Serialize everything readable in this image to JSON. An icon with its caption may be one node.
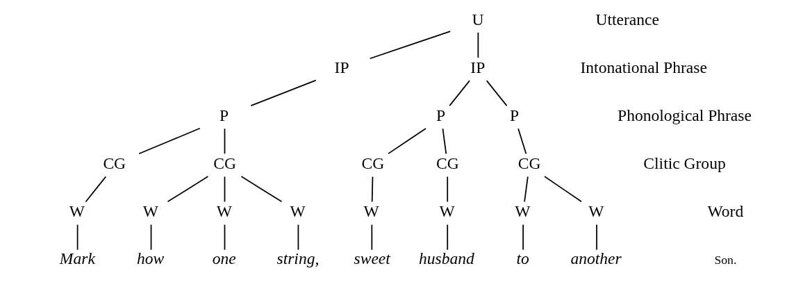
{
  "diagram": {
    "nodes": [
      {
        "text": [
          "U"
        ]
      },
      {
        "text": [
          "IP"
        ]
      },
      {
        "text": [
          "IP"
        ]
      },
      {
        "text": [
          "P"
        ]
      },
      {
        "text": [
          "P"
        ]
      },
      {
        "text": [
          "P"
        ]
      },
      {
        "text": [
          "CG"
        ]
      },
      {
        "text": [
          "CG"
        ]
      },
      {
        "text": [
          "CG"
        ]
      },
      {
        "text": [
          "CG"
        ]
      },
      {
        "text": [
          "CG"
        ]
      },
      {
        "text": [
          "W"
        ]
      },
      {
        "text": [
          "W"
        ]
      },
      {
        "text": [
          "W"
        ]
      },
      {
        "text": [
          "W"
        ]
      },
      {
        "text": [
          "W"
        ]
      },
      {
        "text": [
          "W"
        ]
      },
      {
        "text": [
          "W"
        ]
      },
      {
        "text": [
          "W"
        ]
      },
      {
        "text": [
          "Mark"
        ]
      },
      {
        "text": [
          "how"
        ]
      },
      {
        "text": [
          "one"
        ]
      },
      {
        "text": [
          "string,"
        ]
      },
      {
        "text": [
          "sweet"
        ]
      },
      {
        "text": [
          "husband"
        ]
      },
      {
        "text": [
          "to"
        ]
      },
      {
        "text": [
          "another"
        ]
      }
    ],
    "edges": [
      {
        "from": 0,
        "to": 1,
        "arrow": "none"
      },
      {
        "from": 0,
        "to": 2,
        "arrow": "none"
      },
      {
        "from": 1,
        "to": 3,
        "arrow": "none"
      },
      {
        "from": 2,
        "to": 4,
        "arrow": "none"
      },
      {
        "from": 2,
        "to": 5,
        "arrow": "none"
      },
      {
        "from": 3,
        "to": 6,
        "arrow": "none"
      },
      {
        "from": 3,
        "to": 7,
        "arrow": "none"
      },
      {
        "from": 4,
        "to": 8,
        "arrow": "none"
      },
      {
        "from": 4,
        "to": 9,
        "arrow": "none"
      },
      {
        "from": 5,
        "to": 10,
        "arrow": "none"
      },
      {
        "from": 6,
        "to": 11,
        "arrow": "none"
      },
      {
        "from": 7,
        "to": 12,
        "arrow": "none"
      },
      {
        "from": 7,
        "to": 13,
        "arrow": "none"
      },
      {
        "from": 7,
        "to": 14,
        "arrow": "none"
      },
      {
        "from": 8,
        "to": 15,
        "arrow": "none"
      },
      {
        "from": 9,
        "to": 16,
        "arrow": "none"
      },
      {
        "from": 10,
        "to": 17,
        "arrow": "none"
      },
      {
        "from": 10,
        "to": 18,
        "arrow": "none"
      },
      {
        "from": 11,
        "to": 19,
        "arrow": "none"
      },
      {
        "from": 12,
        "to": 20,
        "arrow": "none"
      },
      {
        "from": 13,
        "to": 21,
        "arrow": "none"
      },
      {
        "from": 14,
        "to": 22,
        "arrow": "none"
      },
      {
        "from": 15,
        "to": 23,
        "arrow": "none"
      },
      {
        "from": 16,
        "to": 24,
        "arrow": "none"
      },
      {
        "from": 17,
        "to": 25,
        "arrow": "none"
      },
      {
        "from": 18,
        "to": 26,
        "arrow": "none"
      }
    ],
    "labels": [
      "Utterance",
      "Intonational Phrase",
      "Phonological Phrase",
      "Clitic Group",
      "Word",
      "Son."
    ]
  }
}
